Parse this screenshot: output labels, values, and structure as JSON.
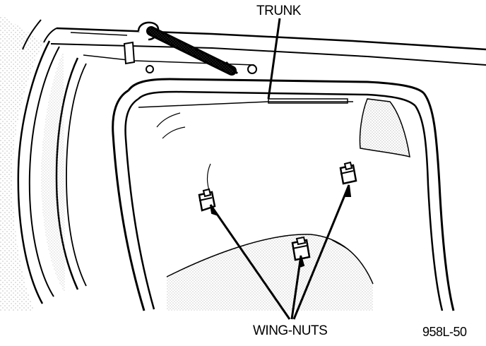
{
  "labels": {
    "trunk": "TRUNK",
    "wing_nuts": "WING-NUTS",
    "figure_number": "958L-50"
  },
  "colors": {
    "ink": "#000000",
    "paper": "#ffffff",
    "stipple": "#9a9a9a"
  }
}
